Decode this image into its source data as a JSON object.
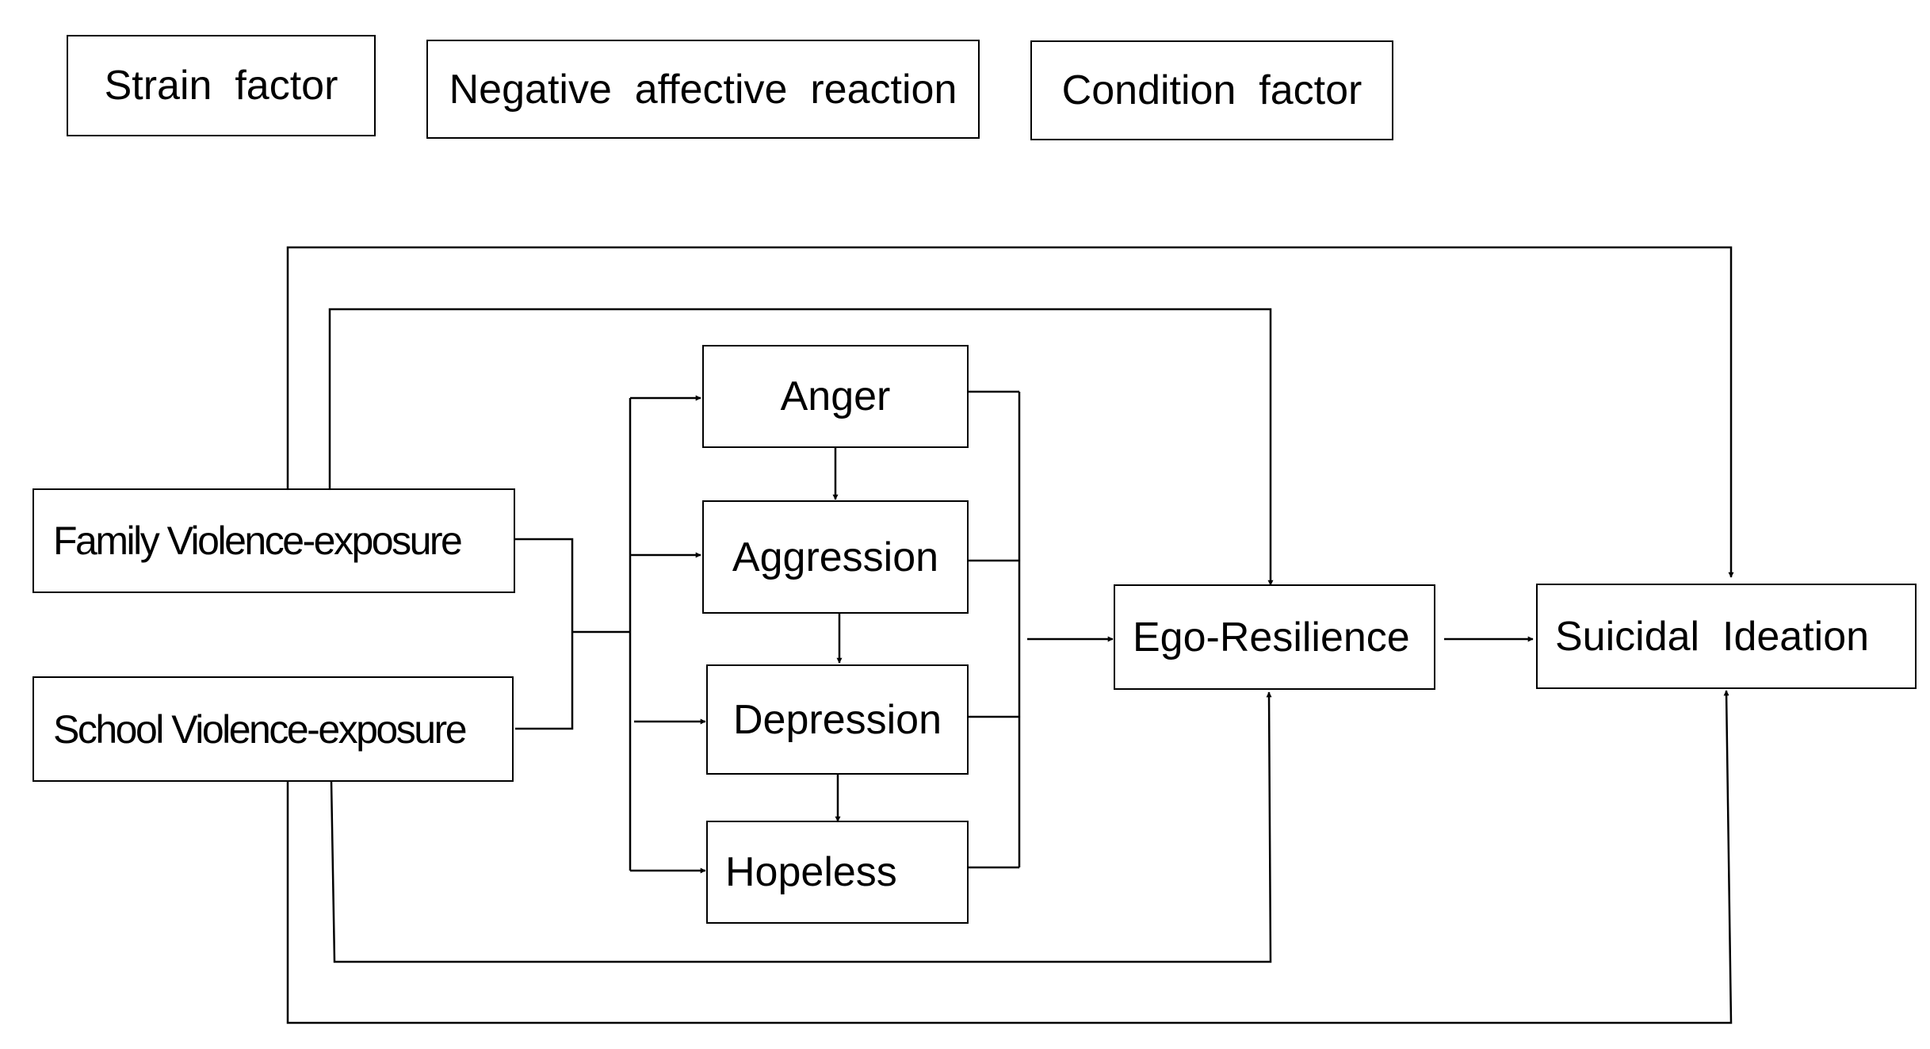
{
  "legend": {
    "strain": "Strain  factor",
    "negative": "Negative  affective  reaction",
    "condition": "Condition  factor"
  },
  "nodes": {
    "family": "Family Violence-exposure",
    "school": "School Violence-exposure",
    "anger": "Anger",
    "aggression": "Aggression",
    "depression": "Depression",
    "hopeless": "Hopeless",
    "ego": "Ego-Resilience",
    "suicidal": "Suicidal  Ideation"
  },
  "colors": {
    "line": "#000000",
    "background": "#ffffff"
  }
}
